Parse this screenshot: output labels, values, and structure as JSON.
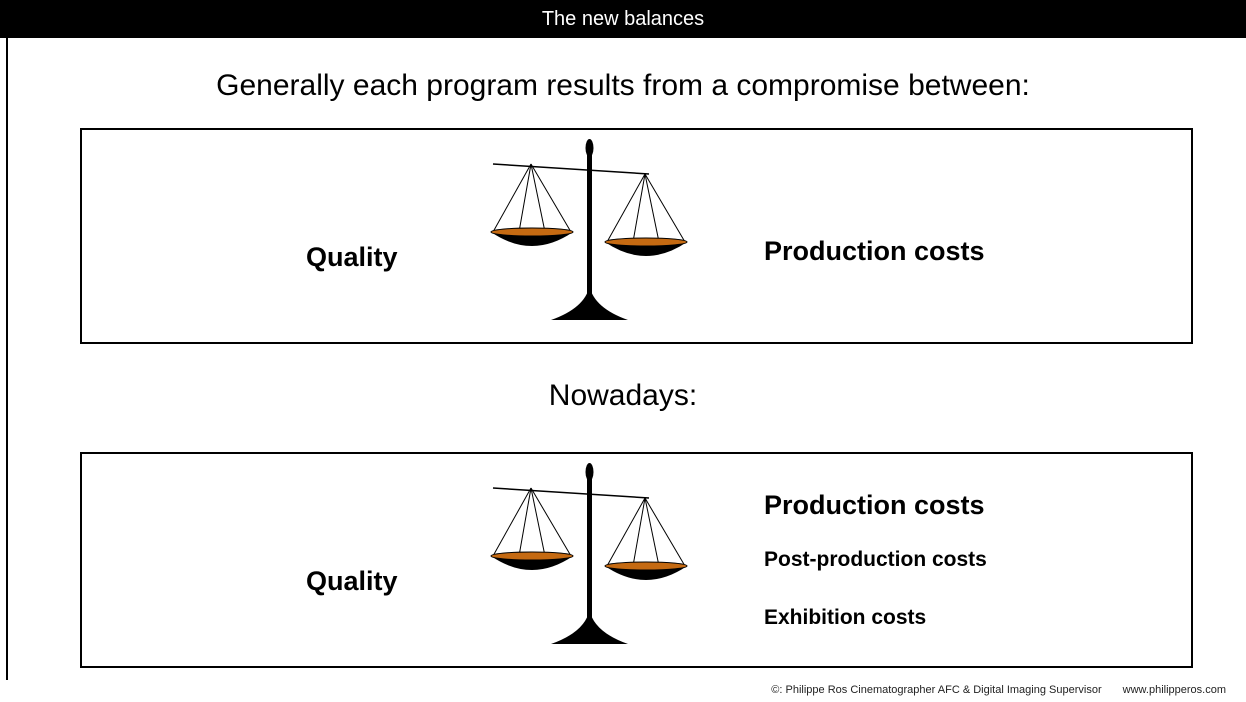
{
  "title_bar": "The new balances",
  "heading_1": "Generally each program results from a compromise between:",
  "heading_2": "Nowadays:",
  "box1": {
    "left": "Quality",
    "right": "Production costs"
  },
  "box2": {
    "left": "Quality",
    "right": [
      "Production costs",
      "Post-production costs",
      "Exhibition costs"
    ]
  },
  "icons": {
    "scale": "balance-scale-icon"
  },
  "colors": {
    "pan": "#c56a12",
    "ink": "#000000"
  },
  "footer": {
    "credit": "©: Philippe Ros Cinematographer AFC & Digital Imaging Supervisor",
    "url": "www.philipperos.com"
  }
}
